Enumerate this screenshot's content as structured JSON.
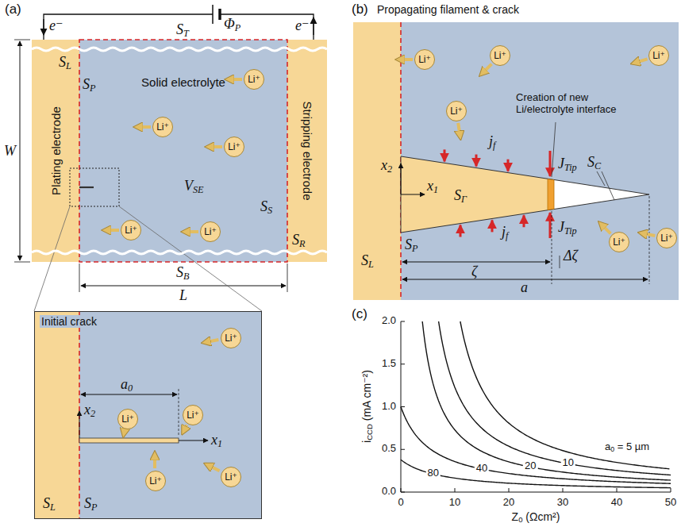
{
  "diagram": {
    "nodes": [
      {
        "text": [
          "Plating electrode"
        ]
      },
      {
        "text": [
          "Solid electrolyte"
        ]
      },
      {
        "text": [
          "Stripping electrode"
        ]
      },
      {
        "text": [
          "Li⁺"
        ],
        "in": 1
      },
      {
        "text": [
          "Li⁺"
        ],
        "in": 1
      },
      {
        "text": [
          "Li⁺"
        ],
        "in": 1
      },
      {
        "text": [
          "Li⁺"
        ],
        "in": 1
      },
      {
        "text": [
          "Li⁺"
        ],
        "in": 1
      },
      {
        "text": [
          "Initial crack"
        ]
      },
      {
        "text": [
          "Li⁺"
        ],
        "in": 8
      },
      {
        "text": [
          "Li⁺"
        ],
        "in": 8
      },
      {
        "text": [
          "Li⁺"
        ],
        "in": 8
      },
      {
        "text": [
          "Li⁺"
        ],
        "in": 8
      },
      {
        "text": [
          "Li⁺"
        ],
        "in": 8
      },
      {
        "text": [
          "Propagating filament & crack"
        ]
      },
      {
        "text": [
          "Li⁺"
        ],
        "in": 14
      },
      {
        "text": [
          "Li⁺"
        ],
        "in": 14
      },
      {
        "text": [
          "Li⁺"
        ],
        "in": 14
      },
      {
        "text": [
          "Li⁺"
        ],
        "in": 14
      },
      {
        "text": [
          "Li⁺"
        ],
        "in": 14
      },
      {
        "text": [
          "Li⁺"
        ],
        "in": 14
      }
    ],
    "labels": [
      "(a)",
      "ΦP",
      "e⁻",
      "e⁻",
      "ST",
      "SL",
      "SP",
      "VSE",
      "SS",
      "SR",
      "SB",
      "W",
      "L",
      "x2",
      "a0",
      "x1",
      "SL",
      "SP",
      "(b)",
      "x2",
      "x1",
      "jf",
      "SΓ",
      "jf",
      "JTip",
      "JTip",
      "SC",
      "Creation of new Li/electrolyte interface",
      "ζ",
      "Δζ",
      "a",
      "SL",
      "SP",
      "(c)",
      "0.0",
      "0.5",
      "1.0",
      "1.5",
      "2.0",
      "0",
      "10",
      "20",
      "30",
      "40",
      "50",
      "iCCD (mA cm⁻²)",
      "Z0 (Ωcm²)",
      "a0 = 5 µm",
      "10",
      "20",
      "40",
      "80"
    ]
  }
}
